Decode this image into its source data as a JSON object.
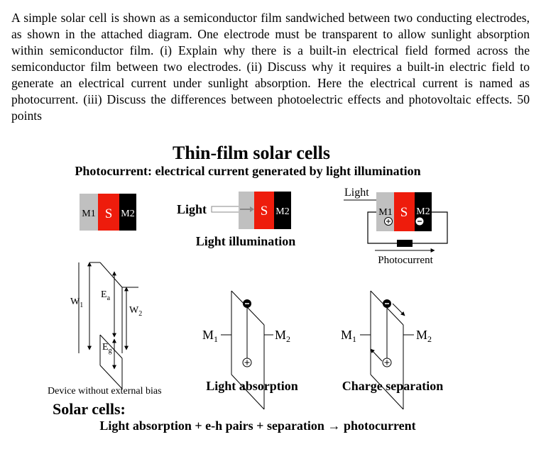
{
  "question": "A simple solar cell is shown as a semiconductor film sandwiched between two conducting electrodes, as shown in the attached diagram. One electrode must be transparent to allow sunlight absorption within semiconductor film. (i) Explain why there is a built-in electrical field formed across the semiconductor film between two electrodes. (ii) Discuss why it requires a built-in electric field to generate an electrical current under sunlight absorption. Here the electrical current is named as photocurrent. (iii) Discuss the differences between photoelectric effects and photovoltaic effects. 50 points",
  "figure": {
    "title": "Thin-film solar cells",
    "subtitle": "Photocurrent: electrical current generated by light illumination",
    "cell": {
      "m1": "M1",
      "s": "S",
      "m2": "M2"
    },
    "light_label": "Light",
    "light_illumination": "Light illumination",
    "photocurrent_label": "Photocurrent",
    "band": {
      "w1": "W",
      "w1_sub": "1",
      "ea": "E",
      "ea_sub": "a",
      "w2": "W",
      "w2_sub": "2",
      "eg": "E",
      "eg_sub": "g",
      "m1": "M",
      "m1_sub": "1",
      "m2": "M",
      "m2_sub": "2"
    },
    "caption_device": "Device without external bias",
    "caption_absorption": "Light absorption",
    "caption_separation": "Charge separation",
    "solar_cells_heading": "Solar cells:",
    "summary": "Light absorption + e-h pairs + separation → photocurrent",
    "plus_symbol": "+",
    "minus_symbol": "−",
    "colors": {
      "m1": "#c0c0c0",
      "s": "#ee1c0c",
      "m2": "#000000"
    }
  }
}
